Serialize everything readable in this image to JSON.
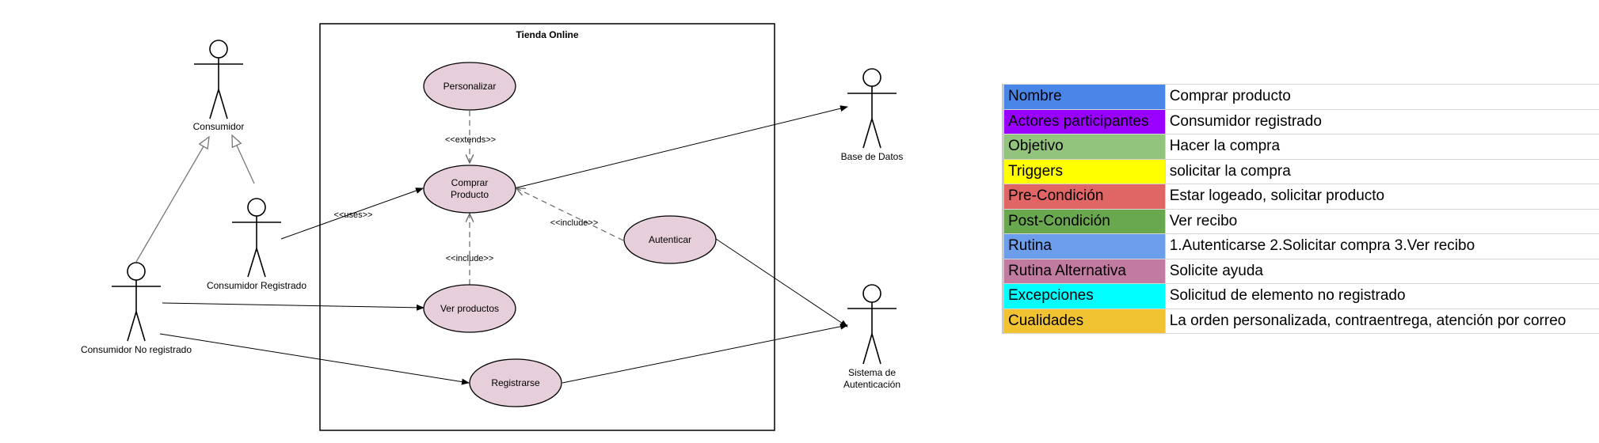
{
  "diagram": {
    "system_title": "Tienda Online",
    "actors": {
      "consumidor": "Consumidor",
      "consumidor_registrado": "Consumidor Registrado",
      "consumidor_no_registrado": "Consumidor No registrado",
      "base_de_datos": "Base de Datos",
      "sistema_autenticacion_line1": "Sistema de",
      "sistema_autenticacion_line2": "Autenticación"
    },
    "use_cases": {
      "personalizar": "Personalizar",
      "comprar_line1": "Comprar",
      "comprar_line2": "Producto",
      "ver_productos": "Ver productos",
      "autenticar": "Autenticar",
      "registrarse": "Registrarse"
    },
    "relations": {
      "extends": "<<extends>>",
      "uses": "<<uses>>",
      "include_ver": "<<include>>",
      "include_autenticar": "<<include>>"
    }
  },
  "table": {
    "rows": [
      {
        "key": "Nombre",
        "value": "Comprar producto",
        "color": "#4a86e8"
      },
      {
        "key": "Actores participantes",
        "value": "Consumidor registrado",
        "color": "#9900ff"
      },
      {
        "key": "Objetivo",
        "value": "Hacer la compra",
        "color": "#93c47d"
      },
      {
        "key": "Triggers",
        "value": "solicitar la compra",
        "color": "#ffff00"
      },
      {
        "key": "Pre-Condición",
        "value": "Estar logeado, solicitar producto",
        "color": "#e06666"
      },
      {
        "key": "Post-Condición",
        "value": "Ver recibo",
        "color": "#6aa84f"
      },
      {
        "key": "Rutina",
        "value": "1.Autenticarse 2.Solicitar compra 3.Ver recibo",
        "color": "#6d9eeb"
      },
      {
        "key": "Rutina Alternativa",
        "value": "Solicite ayuda",
        "color": "#c27ba0"
      },
      {
        "key": "Excepciones",
        "value": "Solicitud de elemento no registrado",
        "color": "#00ffff"
      },
      {
        "key": "Cualidades",
        "value": "La orden personalizada, contraentrega, atención por correo",
        "color": "#f1c232"
      }
    ]
  }
}
